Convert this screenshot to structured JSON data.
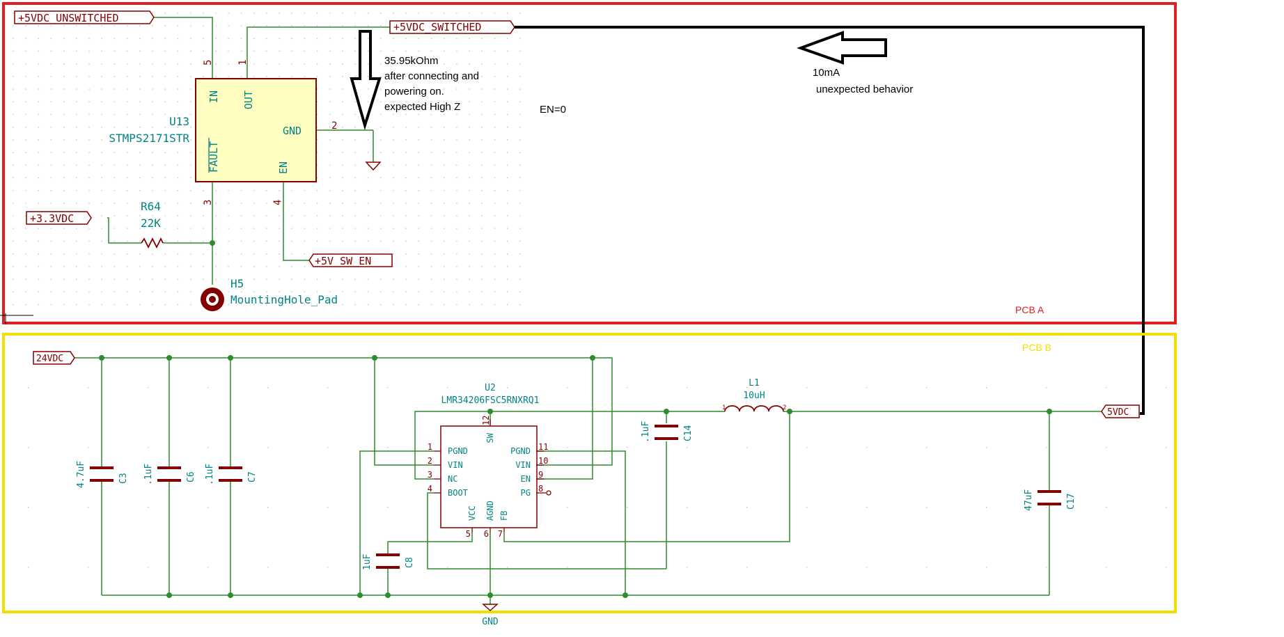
{
  "colors": {
    "wire": "#2e8b2e",
    "component": "#840000",
    "ref_text": "#008484",
    "body_fill": "#ffffc2",
    "pcb_a_border": "#e02020",
    "pcb_b_border": "#f0e000",
    "annotation": "#000000"
  },
  "pcb_a": {
    "label": "PCB A",
    "u13": {
      "ref": "U13",
      "value": "STMPS2171STR",
      "pins": {
        "in": "IN",
        "out": "OUT",
        "gnd": "GND",
        "fault": "FAULT",
        "en": "EN",
        "n1": "1",
        "n2": "2",
        "n3": "3",
        "n4": "4",
        "n5": "5"
      }
    },
    "r64": {
      "ref": "R64",
      "value": "22K"
    },
    "h5": {
      "ref": "H5",
      "value": "MountingHole_Pad"
    },
    "labels": {
      "unswitched": "+5VDC_UNSWITCHED",
      "switched": "+5VDC_SWITCHED",
      "v33": "+3.3VDC",
      "sw_en": "+5V_SW_EN"
    }
  },
  "notes": {
    "measure_line1": "35.95kOhm",
    "measure_line2": "after connecting and",
    "measure_line3": "powering on.",
    "measure_line4": "expected High Z",
    "en_state": "EN=0",
    "current_value": "10mA",
    "current_desc": "unexpected behavior"
  },
  "pcb_b": {
    "label": "PCB B",
    "input_label": "24VDC",
    "output_label": "5VDC",
    "gnd_label": "GND",
    "u2": {
      "ref": "U2",
      "value": "LMR34206FSC5RNXRQ1",
      "pins": {
        "pgnd_l": "PGND",
        "vin_l": "VIN",
        "nc": "NC",
        "boot": "BOOT",
        "sw": "SW",
        "pgnd_r": "PGND",
        "vin_r": "VIN",
        "en": "EN",
        "pg": "PG",
        "vcc": "VCC",
        "agnd": "AGND",
        "fb": "FB",
        "n1": "1",
        "n2": "2",
        "n3": "3",
        "n4": "4",
        "n5": "5",
        "n6": "6",
        "n7": "7",
        "n8": "8",
        "n9": "9",
        "n10": "10",
        "n11": "11",
        "n12": "12"
      }
    },
    "l1": {
      "ref": "L1",
      "value": "10uH",
      "p1": "1",
      "p2": "2"
    },
    "c3": {
      "ref": "C3",
      "value": "4.7uF"
    },
    "c6": {
      "ref": "C6",
      "value": ".1uF"
    },
    "c7": {
      "ref": "C7",
      "value": ".1uF"
    },
    "c8": {
      "ref": "C8",
      "value": "1uF"
    },
    "c14": {
      "ref": "C14",
      "value": ".1uF"
    },
    "c17": {
      "ref": "C17",
      "value": "47uF"
    }
  }
}
